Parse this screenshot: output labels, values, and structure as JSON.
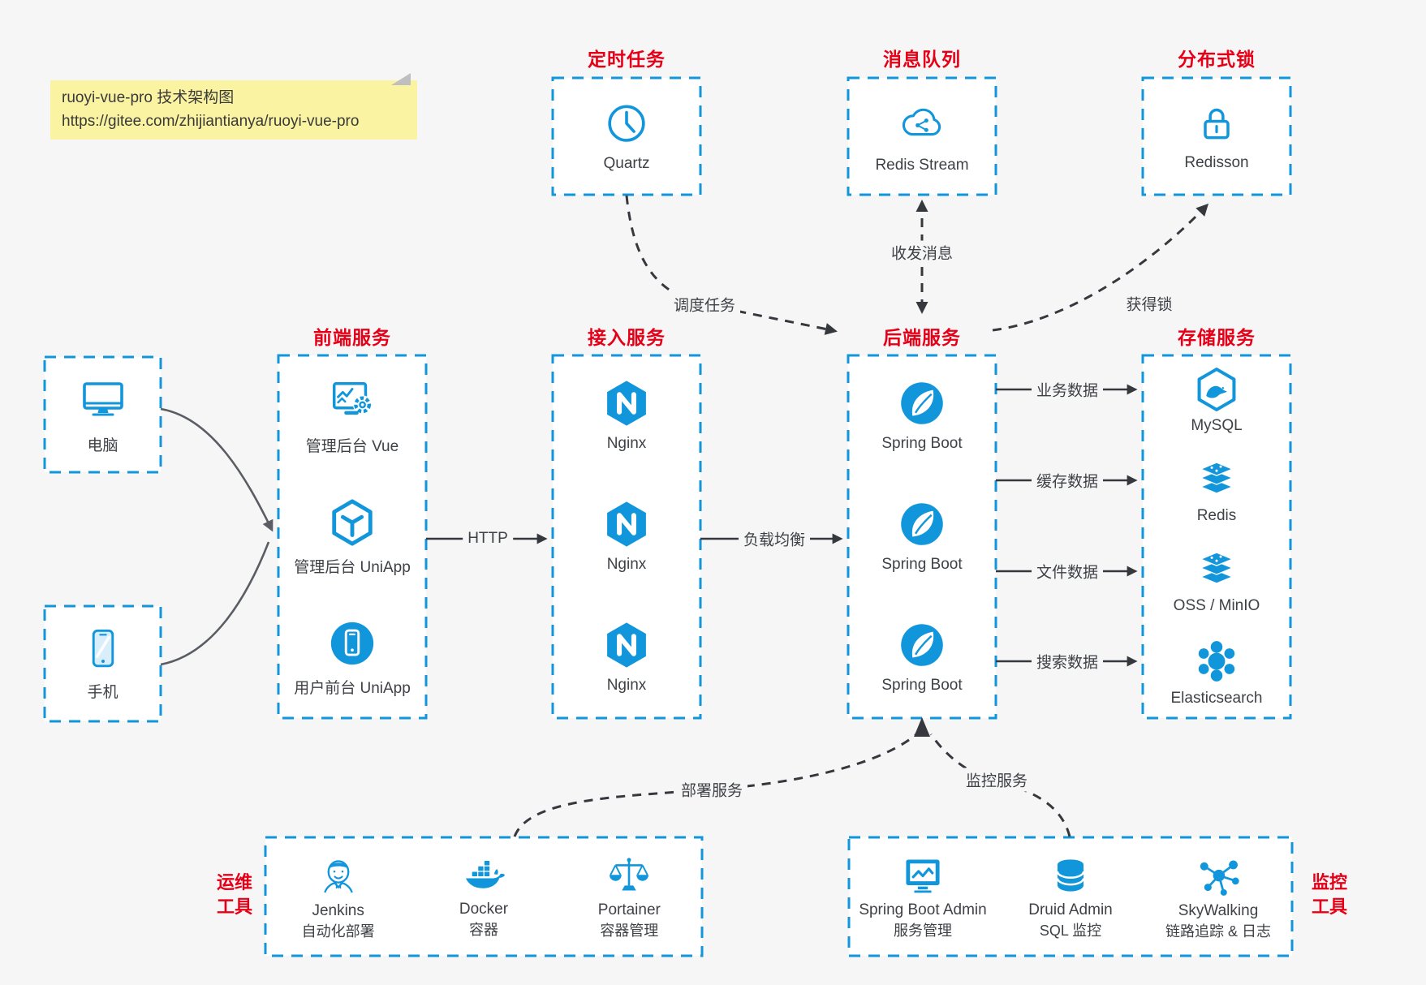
{
  "colors": {
    "accent_blue": "#1296db",
    "header_red": "#e60017",
    "ink": "#3e4146",
    "page_bg": "#f6f6f7",
    "note_bg": "#faf3a1"
  },
  "note": {
    "line1": "ruoyi-vue-pro 技术架构图",
    "line2": "https://gitee.com/zhijiantianya/ruoyi-vue-pro"
  },
  "top_groups": [
    {
      "title": "定时任务",
      "label": "Quartz",
      "icon": "clock-icon"
    },
    {
      "title": "消息队列",
      "label": "Redis Stream",
      "icon": "cloud-queue-icon"
    },
    {
      "title": "分布式锁",
      "label": "Redisson",
      "icon": "lock-icon"
    }
  ],
  "clients": [
    {
      "label": "电脑",
      "icon": "desktop-icon"
    },
    {
      "label": "手机",
      "icon": "phone-icon"
    }
  ],
  "columns": [
    {
      "title": "前端服务",
      "items": [
        {
          "label": "管理后台 Vue",
          "icon": "admin-vue-icon"
        },
        {
          "label": "管理后台 UniApp",
          "icon": "uniapp-cube-icon"
        },
        {
          "label": "用户前台 UniApp",
          "icon": "user-app-icon"
        }
      ]
    },
    {
      "title": "接入服务",
      "items": [
        {
          "label": "Nginx",
          "icon": "nginx-icon"
        },
        {
          "label": "Nginx",
          "icon": "nginx-icon"
        },
        {
          "label": "Nginx",
          "icon": "nginx-icon"
        }
      ]
    },
    {
      "title": "后端服务",
      "items": [
        {
          "label": "Spring Boot",
          "icon": "spring-icon"
        },
        {
          "label": "Spring Boot",
          "icon": "spring-icon"
        },
        {
          "label": "Spring Boot",
          "icon": "spring-icon"
        }
      ]
    },
    {
      "title": "存储服务",
      "items": [
        {
          "label": "MySQL",
          "icon": "mysql-icon"
        },
        {
          "label": "Redis",
          "icon": "redis-stack-icon"
        },
        {
          "label": "OSS / MinIO",
          "icon": "oss-stack-icon"
        },
        {
          "label": "Elasticsearch",
          "icon": "elasticsearch-icon"
        }
      ]
    }
  ],
  "edges": {
    "schedule": "调度任务",
    "message": "收发消息",
    "lock": "获得锁",
    "http": "HTTP",
    "load_balance": "负载均衡",
    "business": "业务数据",
    "cache": "缓存数据",
    "file": "文件数据",
    "search": "搜索数据",
    "deploy": "部署服务",
    "monitor": "监控服务"
  },
  "bottom_groups": [
    {
      "title_line1": "运维",
      "title_line2": "工具",
      "items": [
        {
          "name": "Jenkins",
          "desc": "自动化部署",
          "icon": "jenkins-icon"
        },
        {
          "name": "Docker",
          "desc": "容器",
          "icon": "docker-icon"
        },
        {
          "name": "Portainer",
          "desc": "容器管理",
          "icon": "portainer-icon"
        }
      ]
    },
    {
      "title_line1": "监控",
      "title_line2": "工具",
      "items": [
        {
          "name": "Spring Boot Admin",
          "desc": "服务管理",
          "icon": "sba-icon"
        },
        {
          "name": "Druid Admin",
          "desc": "SQL 监控",
          "icon": "druid-icon"
        },
        {
          "name": "SkyWalking",
          "desc": "链路追踪 & 日志",
          "icon": "skywalking-icon"
        }
      ]
    }
  ]
}
